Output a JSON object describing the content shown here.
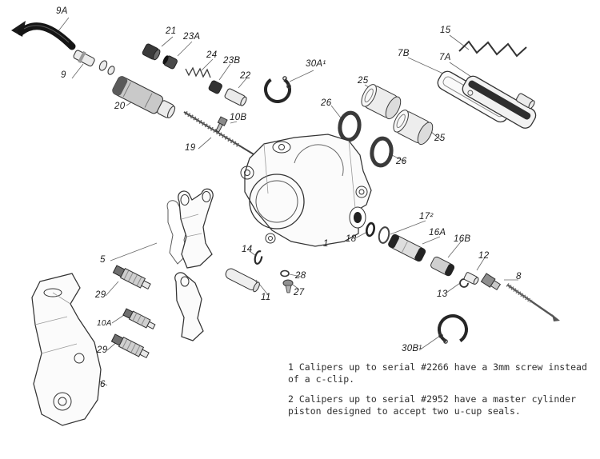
{
  "labels": {
    "n9A": "9A",
    "n9": "9",
    "n21": "21",
    "n23A": "23A",
    "n24": "24",
    "n23B": "23B",
    "n22": "22",
    "n20": "20",
    "n10B": "10B",
    "n19": "19",
    "n30A": "30A¹",
    "n25a": "25",
    "n26a": "26",
    "n26b": "26",
    "n25b": "25",
    "n15": "15",
    "n7B": "7B",
    "n7A": "7A",
    "n5": "5",
    "n29a": "29",
    "n10A": "10A",
    "n29b": "29",
    "n6": "6",
    "n14": "14",
    "n11": "11",
    "n28": "28",
    "n27": "27",
    "n1": "1",
    "n18": "18",
    "n17": "17²",
    "n16A": "16A",
    "n16B": "16B",
    "n12": "12",
    "n13": "13",
    "n8": "8",
    "n30B": "30B¹"
  },
  "footnotes": [
    "1 Calipers up to serial #2266 have a 3mm screw instead of a c-clip.",
    "2 Calipers up to serial #2952 have a master cylinder piston designed to accept two u-cup seals."
  ]
}
